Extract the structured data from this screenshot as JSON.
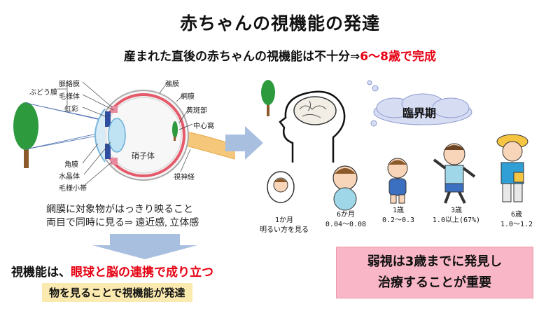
{
  "title": "赤ちゃんの視機能の発達",
  "subtitle": {
    "main": "産まれた直後の赤ちゃんの視機能は不十分⇒",
    "highlight": "6〜8歳で完成"
  },
  "eye_labels": {
    "choroid": "脈絡膜",
    "uvea": "ぶどう膜",
    "ciliary_body": "毛様体",
    "iris": "虹彩",
    "sclera": "強膜",
    "retina": "網膜",
    "macula": "黄斑部",
    "fovea": "中心窩",
    "cornea": "角膜",
    "lens": "水晶体",
    "zonule": "毛様小帯",
    "vitreous": "硝子体",
    "optic_nerve": "視神経"
  },
  "description": {
    "line1": "網膜に対象物がはっきり映ること",
    "line2": "両目で同時に見る⇒ 遠近感, 立体感"
  },
  "bottom_left": {
    "prefix": "視機能は、",
    "highlight": "眼球と脳の連携で成り立つ",
    "line2": "物を見ることで視機能が発達"
  },
  "critical_period": "臨界期",
  "ages": [
    {
      "age": "1か月",
      "vision": "明るい方を見る"
    },
    {
      "age": "6か月",
      "vision": "0.04〜0.08"
    },
    {
      "age": "1歳",
      "vision": "0.2〜0.3"
    },
    {
      "age": "3歳",
      "vision": "1.0以上(67%)"
    },
    {
      "age": "6歳",
      "vision": "1.0〜1.2"
    }
  ],
  "important": {
    "line1": "弱視は3歳までに発見し",
    "line2": "治療することが重要"
  },
  "colors": {
    "accent_red": "#e60012",
    "pink_box": "#f9b6c6",
    "yellow_box": "#fbeab0",
    "arrow_blue": "#a9bfe0",
    "cloud": "#d6dcf2"
  }
}
